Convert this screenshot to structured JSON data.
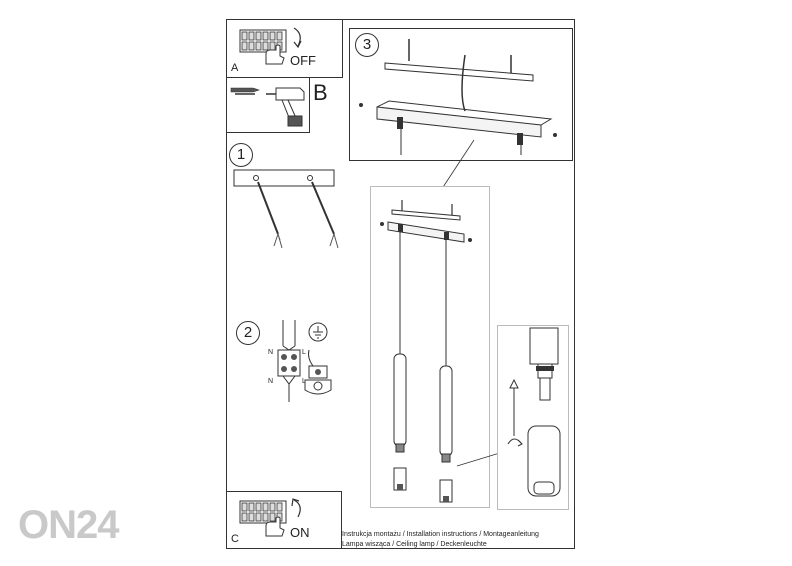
{
  "boxes": {
    "a": {
      "letter": "A",
      "state": "OFF"
    },
    "b": {
      "letter": "B"
    },
    "c": {
      "letter": "C",
      "state": "ON"
    }
  },
  "steps": {
    "one": "1",
    "two": "2",
    "three": "3"
  },
  "wiring": {
    "n": "N",
    "l": "L"
  },
  "caption": {
    "line1": "Instrukcja montażu / Installation instructions / Montageanleitung",
    "line2": "Lampa wisząca / Ceiling lamp / Deckenleuchte"
  },
  "watermark": "ON24"
}
